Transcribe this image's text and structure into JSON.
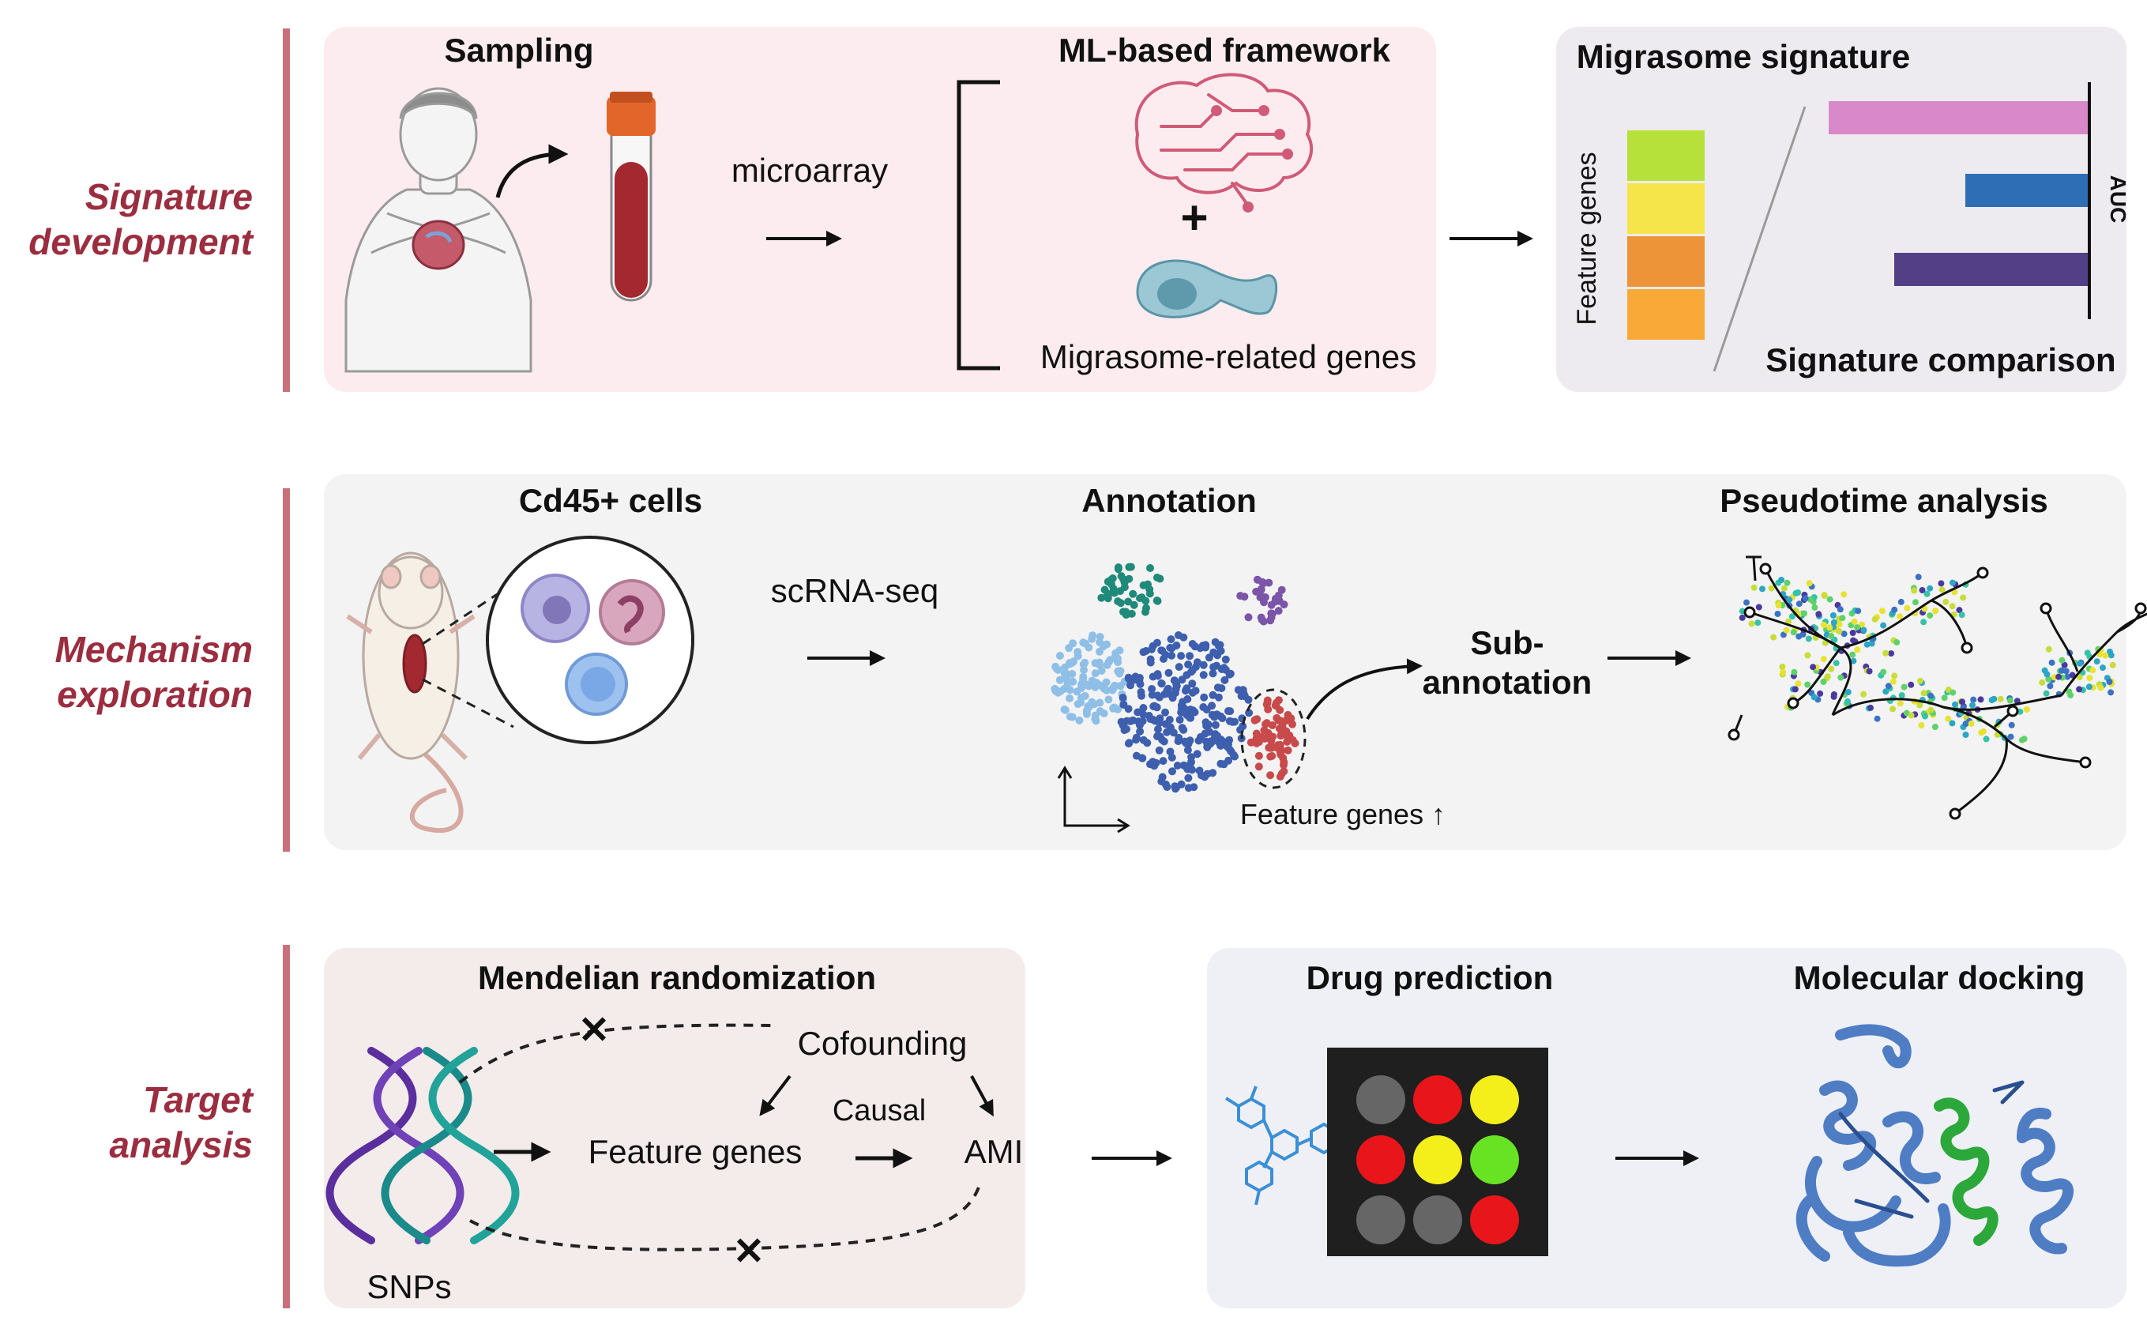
{
  "rows": {
    "signature": {
      "side_label": [
        "Signature",
        "development"
      ],
      "sampling": "Sampling",
      "microarray": "microarray",
      "ml_framework": "ML-based framework",
      "plus": "+",
      "migrasome_genes": "Migrasome-related genes",
      "migrasome_signature": "Migrasome signature",
      "feature_genes_axis": "Feature genes",
      "auc": "AUC",
      "signature_comparison": "Signature comparison"
    },
    "mechanism": {
      "side_label": [
        "Mechanism",
        "exploration"
      ],
      "cd45": "Cd45+ cells",
      "scrnaseq": "scRNA-seq",
      "annotation": "Annotation",
      "sub_annotation": [
        "Sub-",
        "annotation"
      ],
      "feature_genes_up": "Feature genes ↑",
      "pseudotime": "Pseudotime analysis"
    },
    "target": {
      "side_label": [
        "Target",
        "analysis"
      ],
      "mendelian": "Mendelian randomization",
      "cofounding": "Cofounding",
      "causal": "Causal",
      "feature_genes": "Feature genes",
      "ami": "AMI",
      "snps": "SNPs",
      "x_mark": "✕",
      "drug_prediction": "Drug prediction",
      "molecular_docking": "Molecular docking"
    }
  },
  "colors": {
    "accent": "#9b2d3f",
    "panel_pink": "#fcecef",
    "panel_lavender": "#eeebf0",
    "panel_gray": "#f3f3f3",
    "panel_beige": "#f3ecea",
    "panel_blue": "#eef0f6"
  },
  "drug_grid": [
    "gray",
    "red",
    "yellow",
    "red",
    "yellow",
    "green",
    "gray",
    "gray",
    "red"
  ]
}
